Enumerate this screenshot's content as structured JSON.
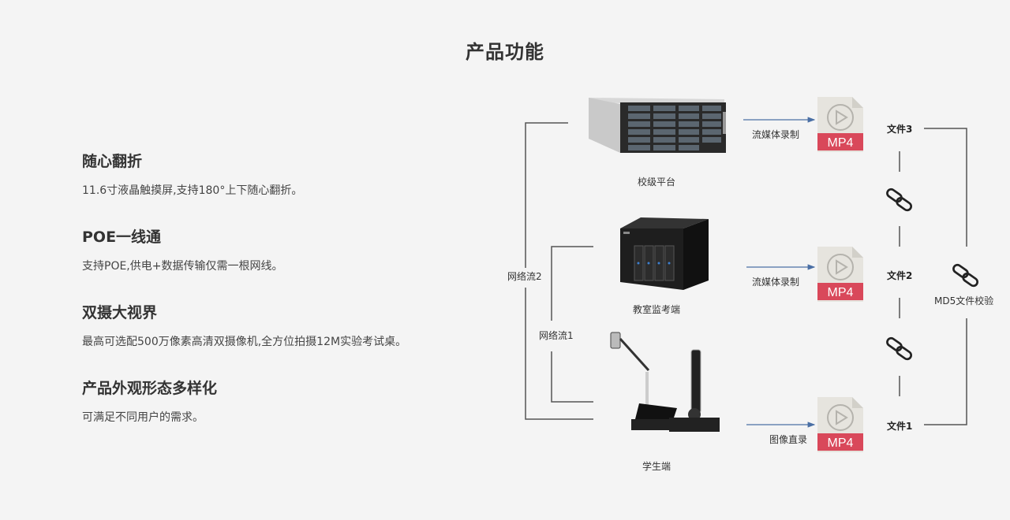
{
  "page": {
    "title": "产品功能"
  },
  "features": [
    {
      "title": "随心翻折",
      "desc": "11.6寸液晶触摸屏,支持180°上下随心翻折。"
    },
    {
      "title": "POE一线通",
      "desc": "支持POE,供电+数据传输仅需一根网线。"
    },
    {
      "title": "双摄大视界",
      "desc": "最高可选配500万像素高清双摄像机,全方位拍摄12M实验考试桌。"
    },
    {
      "title": "产品外观形态多样化",
      "desc": "可满足不同用户的需求。"
    }
  ],
  "diagram": {
    "devices": [
      {
        "name": "校级平台",
        "image": "rack-server"
      },
      {
        "name": "教室监考端",
        "image": "nas-storage"
      },
      {
        "name": "学生端",
        "image": "document-camera-terminals"
      }
    ],
    "network_labels": [
      "网络流2",
      "网络流1"
    ],
    "flows": [
      "流媒体录制",
      "流媒体录制",
      "图像直录"
    ],
    "file_badge": "MP4",
    "files": [
      "文件3",
      "文件2",
      "文件1"
    ],
    "verify_label": "MD5文件校验",
    "colors": {
      "arrow": "#4a6fa5",
      "mp4_red": "#d9485a",
      "mp4_body": "#e6e4de",
      "line": "#555555"
    }
  }
}
